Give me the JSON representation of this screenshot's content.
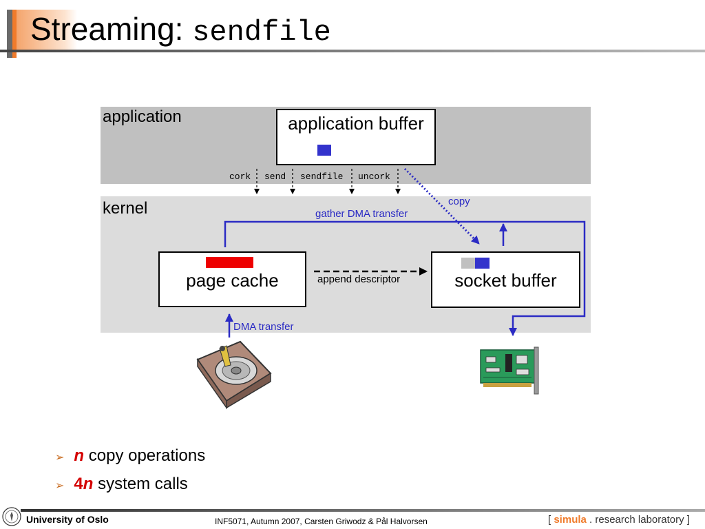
{
  "slide": {
    "title": "Streaming:",
    "title_code": "sendfile"
  },
  "diagram": {
    "application_layer_label": "application",
    "kernel_layer_label": "kernel",
    "application_buffer_label": "application buffer",
    "page_cache_label": "page cache",
    "socket_buffer_label": "socket buffer",
    "syscalls": [
      "cork",
      "send",
      "sendfile",
      "uncork"
    ],
    "copy_label": "copy",
    "gather_dma_label": "gather DMA transfer",
    "append_descriptor_label": "append descriptor",
    "dma_transfer_label": "DMA transfer",
    "colors": {
      "application_layer": "#c0c0c0",
      "kernel_layer": "#dcdcdc",
      "data_block_blue": "#3333cc",
      "data_block_red": "#ee0000",
      "data_block_gray": "#c0c0c0",
      "arrow_blue": "#2b2bc4"
    },
    "icons": [
      "hard-disk-icon",
      "network-card-icon"
    ]
  },
  "bullets": [
    {
      "prefix": "n",
      "text": " copy operations"
    },
    {
      "prefix_number": "4",
      "prefix": "n",
      "text": " system calls"
    }
  ],
  "footer": {
    "university": "University of Oslo",
    "course": "INF5071,  Autumn 2007,  Carsten Griwodz & Pål Halvorsen",
    "lab_open": "[",
    "lab_simula": "simula",
    "lab_rest": ". research laboratory",
    "lab_close": "]"
  }
}
